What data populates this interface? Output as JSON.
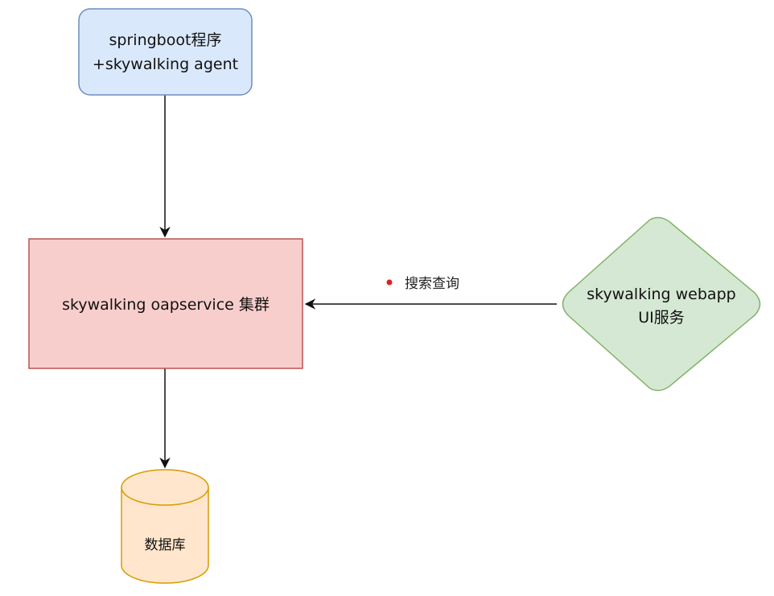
{
  "nodes": {
    "springboot": {
      "line1": "springboot程序",
      "line2": "+skywalking agent",
      "fill": "#dae8fc",
      "stroke": "#6c8ebf"
    },
    "oap": {
      "label": "skywalking oapservice 集群",
      "fill": "#f8cecc",
      "stroke": "#b85450"
    },
    "webapp": {
      "line1": "skywalking webapp",
      "line2": "UI服务",
      "fill": "#d5e8d4",
      "stroke": "#82b366"
    },
    "database": {
      "label": "数据库",
      "fill": "#ffe6cc",
      "stroke": "#d79b00"
    }
  },
  "edges": {
    "query_label": "搜索查询",
    "marker_color": "#e02020",
    "line_color": "#111111"
  }
}
